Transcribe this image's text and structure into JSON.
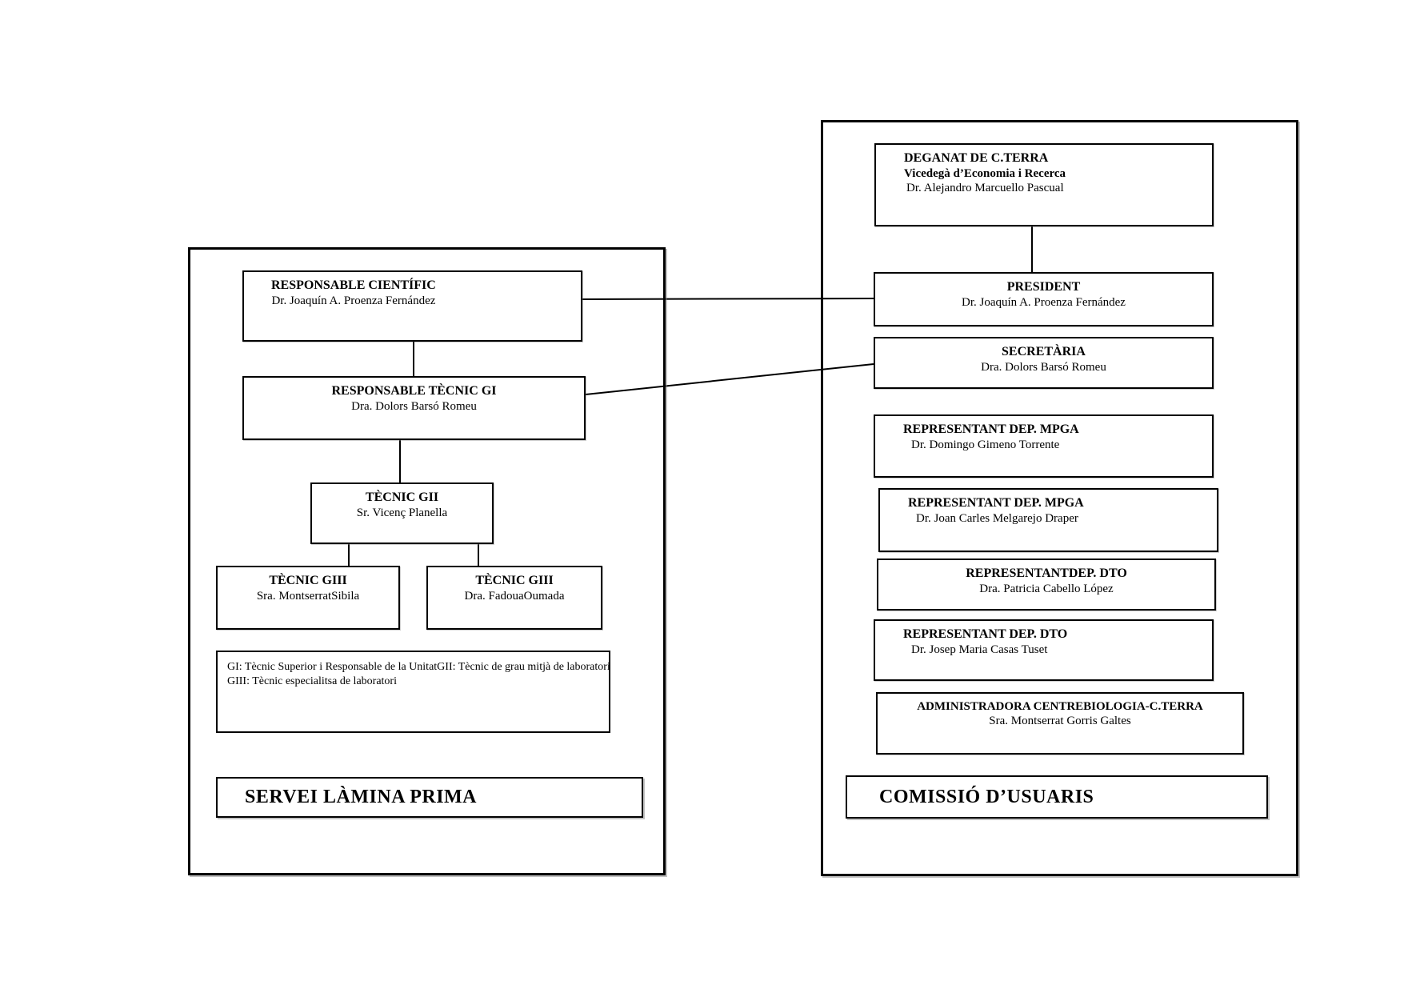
{
  "document": {
    "background": "#ffffff",
    "line_color": "#000000"
  },
  "left_panel": {
    "title": "SERVEI LÀMINA PRIMA",
    "boxes": {
      "responsable_cientific": {
        "title": "RESPONSABLE CIENTÍFIC",
        "name": "Dr. Joaquín A. Proenza Fernández"
      },
      "responsable_tecnic_gi": {
        "title": "RESPONSABLE TÈCNIC GI",
        "name": "Dra. Dolors Barsó Romeu"
      },
      "tecnic_gii": {
        "title": "TÈCNIC GII",
        "name": "Sr. Vicenç Planella"
      },
      "tecnic_giii_1": {
        "title": "TÈCNIC GIII",
        "name": "Sra. MontserratSibila"
      },
      "tecnic_giii_2": {
        "title": "TÈCNIC GIII",
        "name": "Dra. FadouaOumada"
      },
      "legend": {
        "line1": "GI: Tècnic Superior i Responsable de la UnitatGII: Tècnic de grau mitjà de laboratori",
        "line2": "GIII: Tècnic especialitsa de laboratori"
      }
    }
  },
  "right_panel": {
    "title": "COMISSIÓ D’USUARIS",
    "boxes": {
      "deganat": {
        "title": "DEGANAT DE C.TERRA",
        "subtitle": "Vicedegà d’Economia i Recerca",
        "name": "Dr. Alejandro Marcuello Pascual"
      },
      "president": {
        "title": "PRESIDENT",
        "name": "Dr. Joaquín A. Proenza Fernández"
      },
      "secretaria": {
        "title": "SECRETÀRIA",
        "name": "Dra. Dolors Barsó Romeu"
      },
      "rep_mpga_1": {
        "title": "REPRESENTANT DEP. MPGA",
        "name": "Dr. Domingo Gimeno Torrente"
      },
      "rep_mpga_2": {
        "title": "REPRESENTANT DEP. MPGA",
        "name": "Dr. Joan Carles Melgarejo Draper"
      },
      "rep_dto_1": {
        "title": "REPRESENTANTDEP. DTO",
        "name": "Dra. Patricia Cabello López"
      },
      "rep_dto_2": {
        "title": "REPRESENTANT DEP. DTO",
        "name": "Dr. Josep Maria Casas Tuset"
      },
      "administradora": {
        "title": "ADMINISTRADORA CENTREBIOLOGIA-C.TERRA",
        "name": "Sra. Montserrat Gorris Galtes"
      }
    }
  }
}
